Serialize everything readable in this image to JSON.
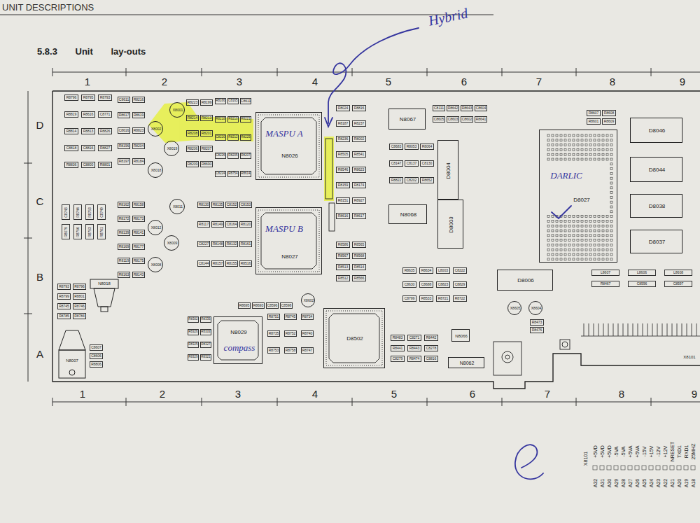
{
  "diagram": {
    "title": "5.8.3 Unit lay-outs",
    "nodes": [
      {
        "text": [
          "X8001"
        ]
      },
      {
        "text": [
          "X8002"
        ]
      },
      {
        "text": [
          "N8026",
          "MASPU A"
        ]
      },
      {
        "text": [
          "N8067"
        ]
      },
      {
        "text": [
          "D8046"
        ]
      },
      {
        "text": [
          "X8019"
        ]
      },
      {
        "text": [
          "X8018"
        ]
      },
      {
        "text": [
          "D8004"
        ]
      },
      {
        "text": [
          "D8027",
          "DARLIC"
        ]
      },
      {
        "text": [
          "D8044"
        ]
      },
      {
        "text": [
          "X8011"
        ]
      },
      {
        "text": [
          "X8012"
        ]
      },
      {
        "text": [
          "N8068"
        ]
      },
      {
        "text": [
          "D8003"
        ]
      },
      {
        "text": [
          "D8038"
        ]
      },
      {
        "text": [
          "N8027",
          "MASPU B"
        ]
      },
      {
        "text": [
          "X8009"
        ]
      },
      {
        "text": [
          "D8037"
        ]
      },
      {
        "text": [
          "X8008"
        ]
      },
      {
        "text": [
          "D8006"
        ]
      },
      {
        "text": [
          "N8018"
        ]
      },
      {
        "text": [
          "X8602"
        ]
      },
      {
        "text": [
          "X8605"
        ]
      },
      {
        "text": [
          "X8604"
        ]
      },
      {
        "text": [
          "N8029",
          "compass"
        ]
      },
      {
        "text": [
          "D8502"
        ]
      },
      {
        "text": [
          "N8066"
        ]
      },
      {
        "text": [
          "N8007"
        ]
      },
      {
        "text": [
          "N8062"
        ]
      },
      {
        "text": [
          "X8101"
        ]
      }
    ],
    "labels": [
      "UNIT DESCRIPTIONS",
      "1",
      "2",
      "3",
      "4",
      "5",
      "6",
      "7",
      "8",
      "9",
      "1",
      "2",
      "3",
      "4",
      "5",
      "6",
      "7",
      "8",
      "9",
      "D",
      "C",
      "B",
      "A",
      "Hybrid",
      "X8101",
      "+5VD",
      "+5VD",
      "+5VD",
      "-5VA",
      "-5VA",
      "+5VA",
      "+5VA",
      "-15V",
      "+15V",
      "-12V",
      "+12V",
      "NRESET",
      "TXD1",
      "RXD1",
      "25MHZ",
      "A32",
      "A31",
      "A30",
      "A29",
      "A28",
      "A27",
      "A26",
      "A25",
      "A24",
      "A23",
      "A22",
      "A21",
      "A20",
      "A19",
      "A18",
      "R8796",
      "R8795",
      "R8793",
      "R8819",
      "R8616",
      "C8771",
      "R8814",
      "R8813",
      "R8826",
      "C8818",
      "C8816",
      "R8827",
      "R8836",
      "C8800",
      "R8801",
      "C8743",
      "R8744",
      "R8753",
      "C8749",
      "R8079",
      "R8756",
      "R8753",
      "R8761",
      "R8793",
      "R8796",
      "R8799",
      "R8801",
      "R8745",
      "R8746",
      "R8785",
      "R8784",
      "C8611",
      "R8216",
      "R8617",
      "R8619",
      "C8616",
      "R8823",
      "R8196",
      "R8204",
      "R8197",
      "R8184",
      "R8223",
      "R8199",
      "R8214",
      "R8213",
      "R8208",
      "R8201",
      "R8206",
      "R8207",
      "R8209",
      "R8690",
      "R8166",
      "C8165",
      "C8611",
      "R8218",
      "R8210",
      "R8221",
      "C8220",
      "R8212",
      "R8225",
      "C8226",
      "R8205",
      "R8207",
      "C8224",
      "R8754",
      "R8614",
      "R8162",
      "R8158",
      "R8172",
      "R8173",
      "R8139",
      "R8141",
      "R8169",
      "R8177",
      "R8119",
      "R8175",
      "R8163",
      "R8143",
      "R8130",
      "R8135",
      "C8152",
      "C8153",
      "R8117",
      "R8149",
      "C8164",
      "R8120",
      "C8227",
      "R8148",
      "R8132",
      "R8161",
      "C8144",
      "R8157",
      "R8155",
      "R8516",
      "R8302",
      "R8335",
      "R8326",
      "R8333",
      "R8325",
      "R8327",
      "R8329",
      "R8321",
      "R8751",
      "R8745",
      "R8734",
      "R8735",
      "R8752",
      "R8740",
      "R8753",
      "R8758",
      "R8747",
      "R8695",
      "R8693",
      "C8596",
      "C8598",
      "R8024",
      "R8816",
      "R8187",
      "R8237",
      "R8236",
      "R8002",
      "R8505",
      "R8541",
      "R8546",
      "R8623",
      "R8159",
      "R8174",
      "R8151",
      "R8927",
      "R8616",
      "R8617",
      "R8586",
      "R8565",
      "R8567",
      "R8568",
      "R8513",
      "R8514",
      "R8512",
      "R8566",
      "C8683",
      "R8053",
      "R8064",
      "C8147",
      "C8137",
      "C8130",
      "R8822",
      "C8202",
      "R8652",
      "C8111",
      "R8642",
      "R8643",
      "C8604",
      "C8605",
      "C8603",
      "C8602",
      "R8641",
      "R8635",
      "R8634",
      "L8003",
      "C8222",
      "C8630",
      "C8688",
      "C8823",
      "C8829",
      "C8799",
      "R8533",
      "R8721",
      "R8722",
      "L8607",
      "L8606",
      "L8608",
      "R8467",
      "C8596",
      "C8597",
      "R8607",
      "R8608",
      "R8601",
      "R8609",
      "C8607",
      "C8606",
      "R8806",
      "R8473",
      "R8476",
      "R8483",
      "C8271",
      "R8442",
      "R8441",
      "R8443",
      "C8278",
      "C8279",
      "R8474",
      "C8816"
    ]
  }
}
